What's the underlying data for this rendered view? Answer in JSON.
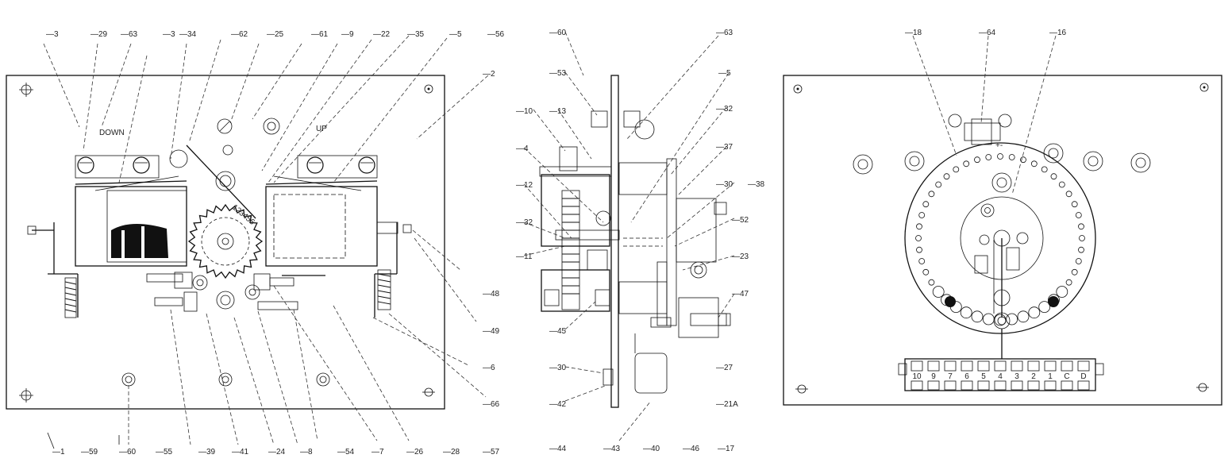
{
  "left_view": {
    "top_labels": [
      "3",
      "29",
      "63",
      "3",
      "34",
      "62",
      "25",
      "61",
      "9",
      "22",
      "35",
      "5",
      "56"
    ],
    "bottom_labels": [
      "1",
      "59",
      "60",
      "55",
      "39",
      "41",
      "24",
      "8",
      "54",
      "7",
      "26",
      "28",
      "57"
    ],
    "right_labels": [
      "2",
      "48",
      "49",
      "6",
      "66"
    ],
    "text_down": "DOWN",
    "text_up": "UP",
    "wheel_numbers": "123456"
  },
  "middle_view": {
    "top_labels": [
      "60",
      "63"
    ],
    "left_labels": [
      "53",
      "10",
      "13",
      "4",
      "12",
      "32",
      "11",
      "45",
      "30",
      "42"
    ],
    "right_labels": [
      "5",
      "32",
      "37",
      "30",
      "38",
      "52",
      "23",
      "47",
      "27",
      "21A"
    ],
    "bottom_labels": [
      "44",
      "43",
      "40",
      "46",
      "17"
    ]
  },
  "right_view": {
    "top_labels": [
      "18",
      "64",
      "16"
    ],
    "terminal_labels": [
      "10",
      "9",
      "7",
      "6",
      "5",
      "4",
      "3",
      "2",
      "1",
      "C",
      "D"
    ]
  }
}
